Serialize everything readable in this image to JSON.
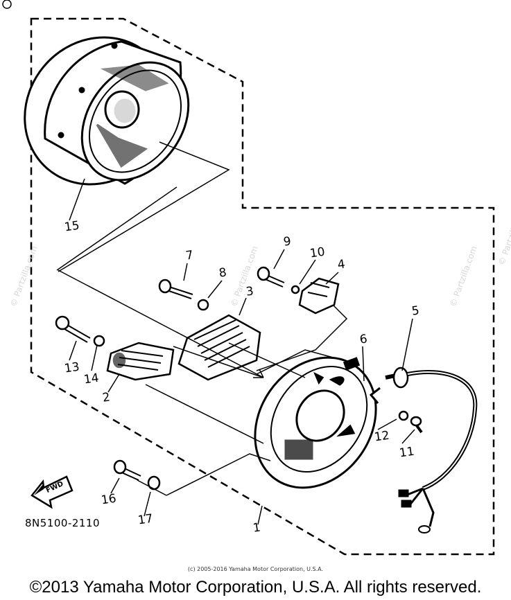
{
  "callouts": [
    {
      "id": "1",
      "label": "1"
    },
    {
      "id": "2",
      "label": "2"
    },
    {
      "id": "3",
      "label": "3"
    },
    {
      "id": "4",
      "label": "4"
    },
    {
      "id": "5",
      "label": "5"
    },
    {
      "id": "6",
      "label": "6"
    },
    {
      "id": "7",
      "label": "7"
    },
    {
      "id": "8",
      "label": "8"
    },
    {
      "id": "9",
      "label": "9"
    },
    {
      "id": "10",
      "label": "10"
    },
    {
      "id": "11",
      "label": "11"
    },
    {
      "id": "12",
      "label": "12"
    },
    {
      "id": "13",
      "label": "13"
    },
    {
      "id": "14",
      "label": "14"
    },
    {
      "id": "15",
      "label": "15"
    },
    {
      "id": "16",
      "label": "16"
    },
    {
      "id": "17",
      "label": "17"
    }
  ],
  "direction_arrow_label": "FWD",
  "part_code": "8N5100-2110",
  "small_copyright": "(c) 2005-2016 Yamaha Motor Corporation, U.S.A.",
  "main_copyright": "©2013 Yamaha Motor Corporation, U.S.A. All rights reserved.",
  "watermark": "© Partzilla.com",
  "colors": {
    "ink": "#000000",
    "paper": "#ffffff",
    "watermark": "#d7d7d7"
  }
}
